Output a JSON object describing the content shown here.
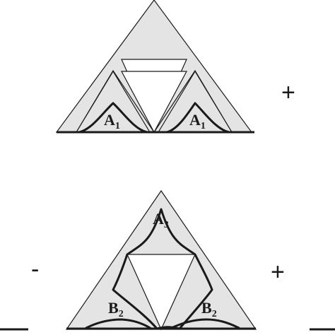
{
  "labels": {
    "top_left": {
      "letter": "A",
      "sub": "1"
    },
    "top_right": {
      "letter": "A",
      "sub": "1"
    },
    "bottom_top": {
      "letter": "A",
      "sub": "3"
    },
    "bottom_left": {
      "letter": "B",
      "sub": "2"
    },
    "bottom_right": {
      "letter": "B",
      "sub": "2"
    }
  },
  "signs": {
    "top_plus": "+",
    "bottom_minus": "-",
    "bottom_plus": "+"
  }
}
